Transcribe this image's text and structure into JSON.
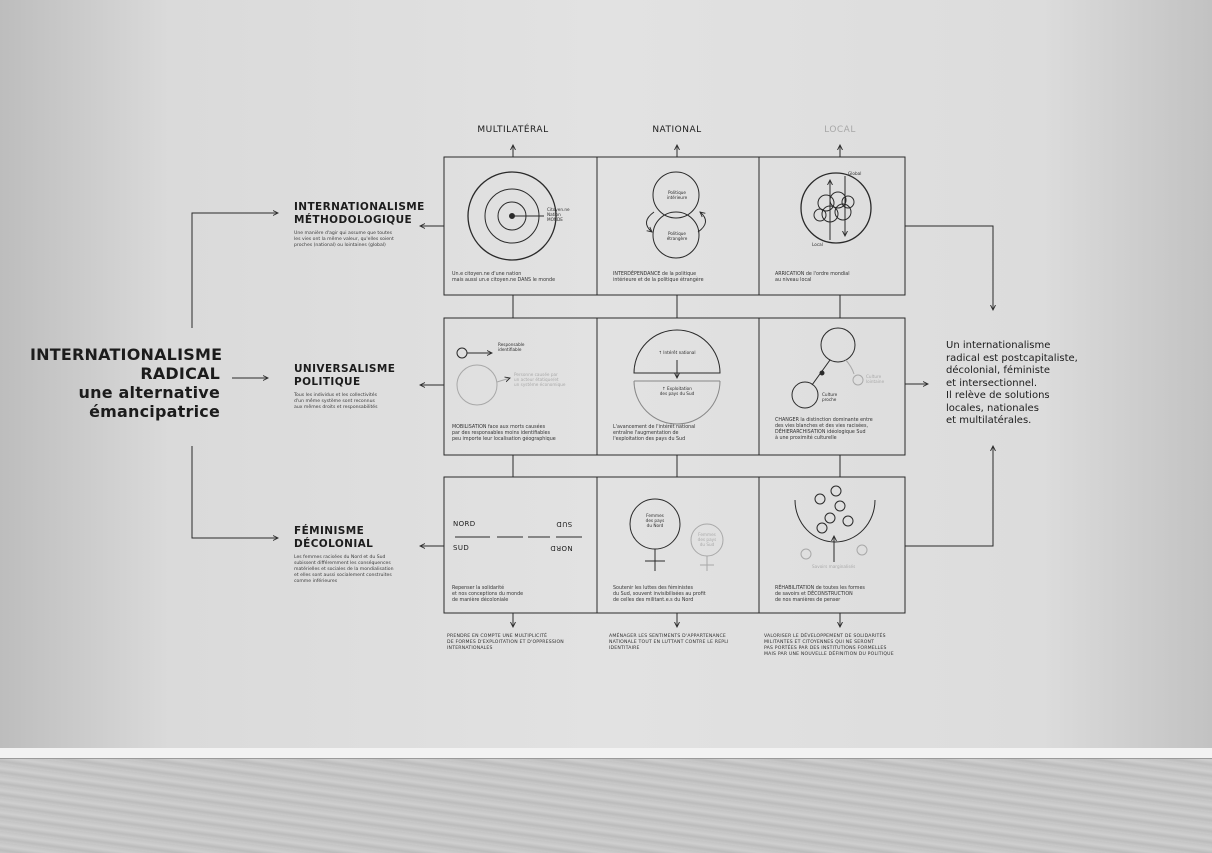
{
  "main_title": "INTERNATIONALISME\nRADICAL\nune alternative\némancipatrice",
  "rows": [
    {
      "title": "INTERNATIONALISME\nMÉTHODOLOGIQUE",
      "desc": "Une manière d'agir qui assume que toutes\nles vies ont la même valeur, qu'elles soient\nproches (national) ou lointaines (global)"
    },
    {
      "title": "UNIVERSALISME\nPOLITIQUE",
      "desc": "Tous les individus et les collectivités\nd'un même système sont reconnus\naux mêmes droits et responsabilités"
    },
    {
      "title": "FÉMINISME\nDÉCOLONIAL",
      "desc": "Les femmes racisées du Nord et du Sud\nsubissent différemment les conséquences\nmatérielles et sociales de la mondialisation\net elles sont aussi socialement construites\ncomme inférieures"
    }
  ],
  "columns": [
    "MULTILATÉRAL",
    "NATIONAL",
    "LOCAL"
  ],
  "cells": {
    "r1c1": {
      "caption": "Un.e citoyen.ne d'une nation\nmais aussi un.e citoyen.ne DANS le monde",
      "labels": "Citoyen.ne\nNation\nMONDE"
    },
    "r1c2": {
      "caption": "INTERDÉPENDANCE de la politique\nintérieure et de la politique étrangère",
      "label_top": "Politique\nintérieure",
      "label_bottom": "Politique\nétrangère"
    },
    "r1c3": {
      "caption": "ARRICATION de l'ordre mondial\nau niveau local",
      "label_global": "Global",
      "label_local": "Local"
    },
    "r2c1": {
      "caption": "MOBILISATION face aux morts causées\npar des responsables moins identifiables\npeu importe leur localisation géographique",
      "label_a": "Responsable\nidentifiable",
      "label_b": "Personne causée par\nun acteur étatique/et\nun système économique"
    },
    "r2c2": {
      "caption": "L'avancement de l'intérêt national\nentraîne l'augmentation de\nl'exploitation des pays du Sud",
      "label_top": "↑ Intérêt national",
      "label_bottom": "↑ Exploitation\ndes pays du Sud"
    },
    "r2c3": {
      "caption": "CHANGER la distinction dominante entre\ndes vies blanches et des vies racisées,\nDÉHIERARCHISATION idéologique Sud\nà une proximité culturelle",
      "label_near": "Culture\nproche",
      "label_far": "Culture\nlointaine"
    },
    "r3c1": {
      "caption": "Repenser la solidarité\net nos conceptions du monde\nde manière décoloniale",
      "nord": "NORD",
      "sud": "SUD"
    },
    "r3c2": {
      "caption": "Soutenir les luttes des féministes\ndu Sud, souvent invisibilisées au profit\nde celles des militant.e.s du Nord",
      "label_a": "Femmes\ndes pays\ndu Nord",
      "label_b": "Femmes\ndes pays\ndu Sud"
    },
    "r3c3": {
      "caption": "RÉHABILITATION de toutes les formes\nde savoirs et DÉCONSTRUCTION\nde nos manières de penser",
      "label": "Savoirs marginalisés"
    }
  },
  "footers": [
    "PRENDRE EN COMPTE UNE MULTIPLICITÉ\nDE FORMES D'EXPLOITATION ET D'OPPRESSION\nINTERNATIONALES",
    "AMÉNAGER LES SENTIMENTS D'APPARTENANCE\nNATIONALE TOUT EN LUTTANT CONTRE LE REPLI\nIDENTITAIRE",
    "VALORISER LE DÉVELOPPEMENT DE SOLIDARITÉS\nMILITANTES ET CITOYENNES QUI NE SERONT\nPAS PORTÉES PAR DES INSTITUTIONS FORMELLES\nMAIS PAR UNE NOUVELLE DÉFINITION DU POLITIQUE"
  ],
  "conclusion": "Un internationalisme\nradical est postcapitaliste,\ndécolonial, féministe\net intersectionnel.\nIl relève de solutions\nlocales, nationales\net multilatérales."
}
